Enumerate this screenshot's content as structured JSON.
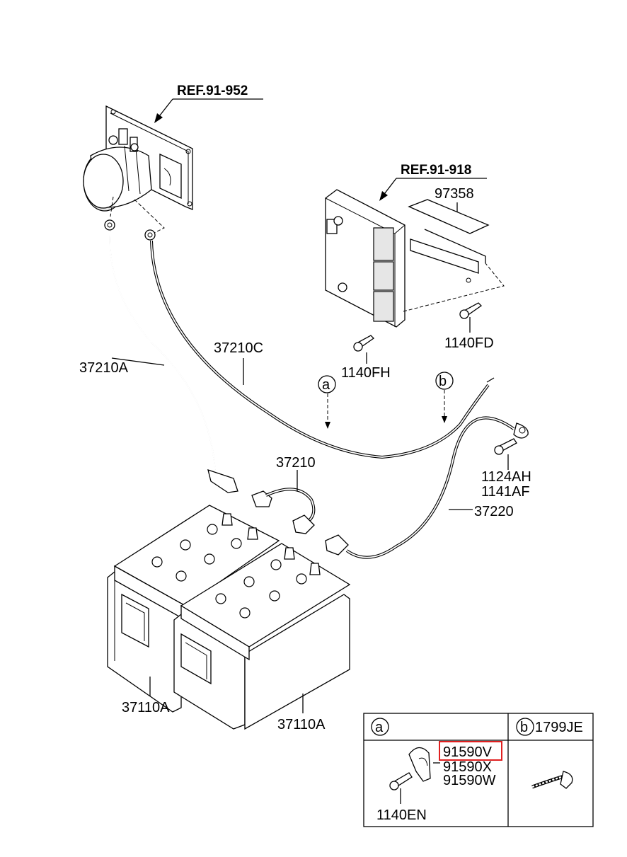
{
  "refs": {
    "ref1": "REF.91-952",
    "ref2": "REF.91-918"
  },
  "labels": {
    "p97358": "97358",
    "p1140fd": "1140FD",
    "p1140fh": "1140FH",
    "p37210c": "37210C",
    "p37210a": "37210A",
    "p37210": "37210",
    "p1124ah": "1124AH",
    "p1141af": "1141AF",
    "p37220": "37220",
    "p37110a_left": "37110A",
    "p37110a_right": "37110A",
    "callout_a": "a",
    "callout_b": "b"
  },
  "detail_table": {
    "a_header": "a",
    "b_header": "b",
    "b_part": "1799JE",
    "a_parts": [
      "91590V",
      "91590X",
      "91590W"
    ],
    "a_bolt": "1140EN",
    "highlighted_part": "91590V",
    "highlight_color": "#e02020"
  }
}
